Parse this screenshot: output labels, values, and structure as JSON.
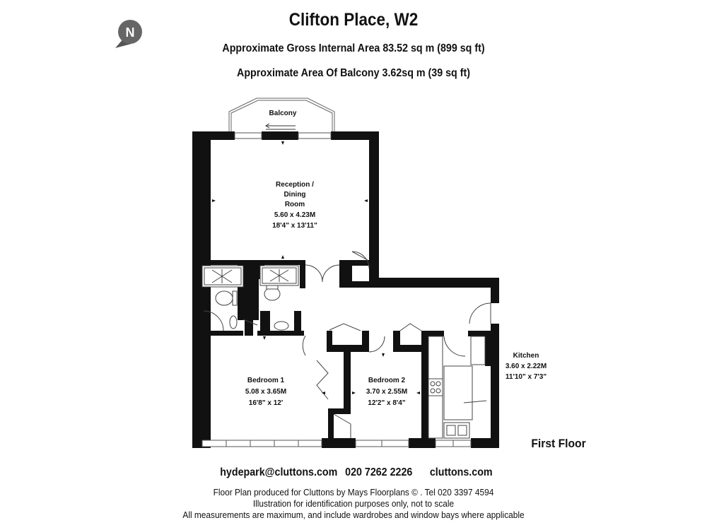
{
  "header": {
    "title": "Clifton Place, W2",
    "gross_area": "Approximate Gross Internal Area  83.52 sq m  (899 sq ft)",
    "balcony_area": "Approximate Area Of Balcony  3.62sq m  (39 sq ft)"
  },
  "compass": {
    "icon": "north-compass-icon",
    "letter": "N"
  },
  "rooms": {
    "balcony": {
      "name": "Balcony"
    },
    "reception": {
      "name_line1": "Reception /",
      "name_line2": "Dining",
      "name_line3": "Room",
      "metric": "5.60 x 4.23M",
      "imperial": "18'4\" x 13'11\""
    },
    "bedroom1": {
      "name": "Bedroom 1",
      "metric": "5.08 x 3.65M",
      "imperial": "16'8\" x 12'"
    },
    "bedroom2": {
      "name": "Bedroom 2",
      "metric": "3.70 x 2.55M",
      "imperial": "12'2\" x 8'4\""
    },
    "kitchen": {
      "name": "Kitchen",
      "metric": "3.60 x 2.22M",
      "imperial": "11'10\" x 7'3\""
    }
  },
  "floor_label": "First Floor",
  "contact": {
    "email": "hydepark@cluttons.com",
    "phone": "020 7262 2226",
    "website": "cluttons.com"
  },
  "footer": {
    "line1": "Floor Plan produced for Cluttons by Mays Floorplans  © . Tel 020 3397 4594",
    "line2": "Illustration for identification purposes only, not to scale",
    "line3": "All measurements are maximum, and include wardrobes and window bays where applicable"
  }
}
